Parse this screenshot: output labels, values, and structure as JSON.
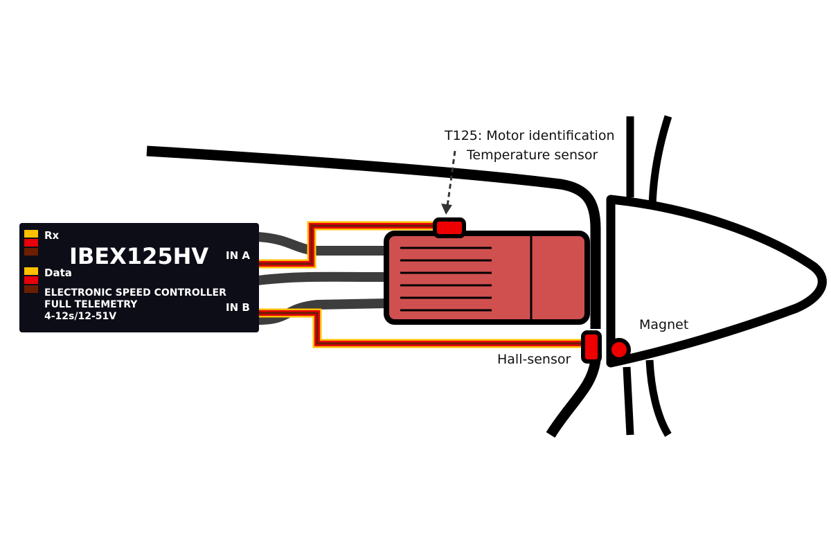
{
  "esc": {
    "model": "IBEX125HV",
    "rx_label": "Rx",
    "data_label": "Data",
    "line1": "ELECTRONIC SPEED CONTROLLER",
    "line2": "FULL TELEMETRY",
    "line3": "4-12s/12-51V",
    "in_a": "IN A",
    "in_b": "IN B"
  },
  "labels": {
    "t125_line1": "T125: Motor identification",
    "t125_line2": "Temperature sensor",
    "hall": "Hall-sensor",
    "magnet": "Magnet"
  },
  "colors": {
    "esc_body": "#0d0d17",
    "motor_fill": "#d05050",
    "sensor_red": "#ee0000",
    "wire_yellow": "#ffc000",
    "wire_red": "#e8000b",
    "wire_brown": "#6b1f00",
    "cable_gray": "#3d3d3d",
    "outline": "#000000"
  }
}
